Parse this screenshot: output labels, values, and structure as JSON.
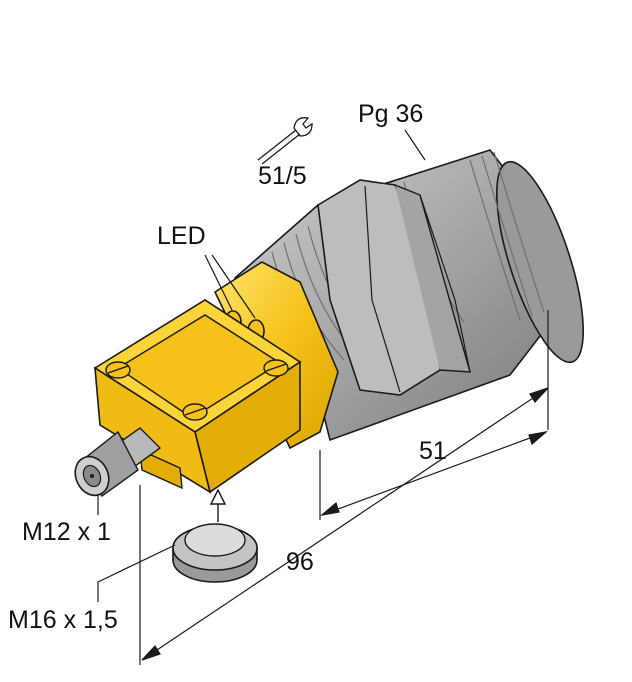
{
  "labels": {
    "thread": "Pg 36",
    "wrench": "51/5",
    "led": "LED",
    "dim_short": "51",
    "dim_long": "96",
    "connector": "M12 x 1",
    "cable_gland": "M16 x 1,5"
  },
  "colors": {
    "housing_yellow": "#f7c51e",
    "housing_yellow_dark": "#d9a400",
    "thread_gray": "#a9a9a9",
    "thread_gray_dark": "#7d7d7d",
    "metal_gray": "#b8b8b8",
    "line": "#1a1a1a"
  },
  "icons": {
    "wrench": "wrench-icon"
  }
}
